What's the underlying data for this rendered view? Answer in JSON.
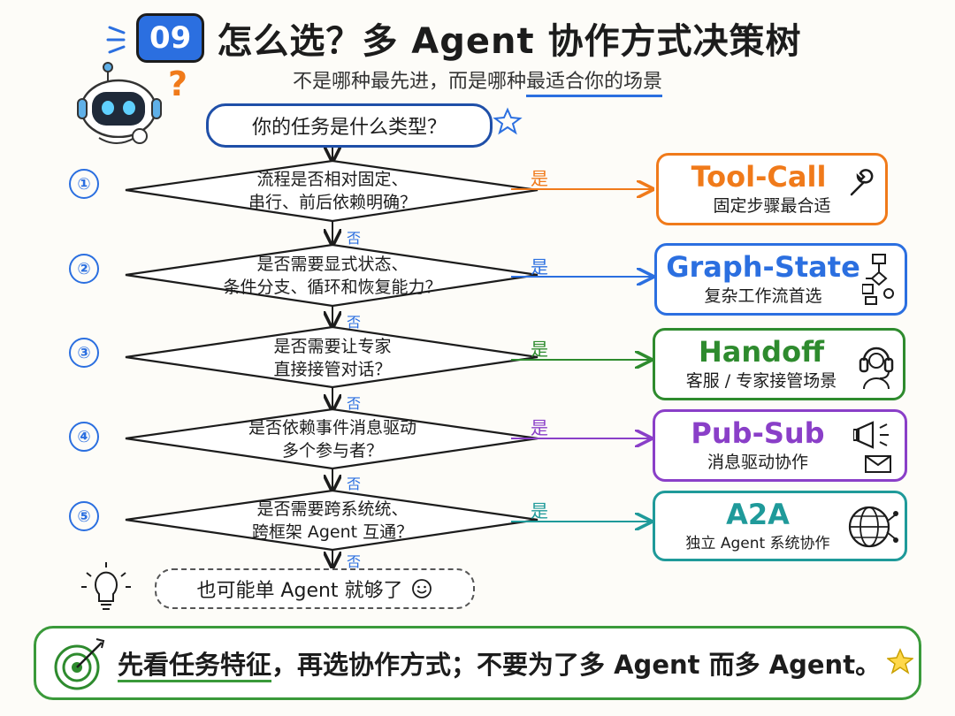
{
  "header": {
    "badge": "09",
    "title": "怎么选？多 Agent 协作方式决策树",
    "subtitle_pre": "不是哪种最先进，而是哪种",
    "subtitle_hl": "最适合你的场景"
  },
  "start": {
    "label": "你的任务是什么类型？"
  },
  "steps": [
    {
      "num": "①",
      "question_l1": "流程是否相对固定、",
      "question_l2": "串行、前后依赖明确？",
      "yes": "是",
      "no": "否",
      "result_title": "Tool-Call",
      "result_sub": "固定步骤最合适",
      "color": "#f07a1a",
      "icon": "wrench-icon"
    },
    {
      "num": "②",
      "question_l1": "是否需要显式状态、",
      "question_l2": "条件分支、循环和恢复能力？",
      "yes": "是",
      "no": "否",
      "result_title": "Graph-State",
      "result_sub": "复杂工作流首选",
      "color": "#2b6fe0",
      "icon": "flowchart-icon"
    },
    {
      "num": "③",
      "question_l1": "是否需要让专家",
      "question_l2": "直接接管对话？",
      "yes": "是",
      "no": "否",
      "result_title": "Handoff",
      "result_sub": "客服 / 专家接管场景",
      "color": "#2e8b2e",
      "icon": "headset-icon"
    },
    {
      "num": "④",
      "question_l1": "是否依赖事件消息驱动",
      "question_l2": "多个参与者？",
      "yes": "是",
      "no": "否",
      "result_title": "Pub-Sub",
      "result_sub": "消息驱动协作",
      "color": "#8a3fc8",
      "icon": "megaphone-icon"
    },
    {
      "num": "⑤",
      "question_l1": "是否需要跨系统统、",
      "question_l2": "跨框架 Agent 互通？",
      "yes": "是",
      "no": "否",
      "result_title": "A2A",
      "result_sub": "独立 Agent 系统协作",
      "color": "#1f9a9a",
      "icon": "globe-network-icon"
    }
  ],
  "final": {
    "label": "也可能单 Agent 就够了"
  },
  "banner": {
    "hl": "先看任务特征",
    "rest": "，再选协作方式；不要为了多 Agent 而多 Agent。"
  }
}
